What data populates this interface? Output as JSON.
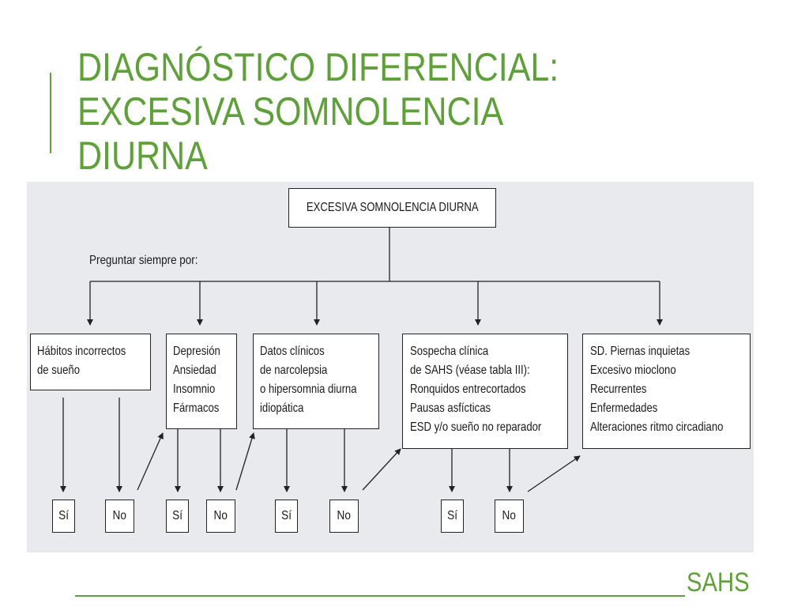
{
  "slide": {
    "title_lines": [
      "DIAGNÓSTICO DIFERENCIAL:",
      "EXCESIVA SOMNOLENCIA",
      "DIURNA"
    ],
    "footer_label": "SAHS",
    "accent_color": "#5fa03b"
  },
  "flowchart": {
    "root": "EXCESIVA SOMNOLENCIA DIURNA",
    "ask_label": "Preguntar siempre por:",
    "branches": [
      {
        "lines": [
          "Hábitos incorrectos",
          "de sueño"
        ]
      },
      {
        "lines": [
          "Depresión",
          "Ansiedad",
          "Insomnio",
          "Fármacos"
        ]
      },
      {
        "lines": [
          "Datos clínicos",
          "de narcolepsia",
          "o hipersomnia diurna",
          "idiopática"
        ]
      },
      {
        "lines": [
          "Sospecha clínica",
          "de SAHS (véase tabla III):",
          "Ronquidos entrecortados",
          "Pausas asfícticas",
          "ESD y/o sueño no reparador"
        ]
      },
      {
        "lines": [
          "SD. Piernas inquietas",
          "Excesivo mioclono",
          "Recurrentes",
          "Enfermedades",
          "Alteraciones ritmo circadiano"
        ]
      }
    ],
    "outcomes": [
      {
        "yes": "Sí",
        "no": "No"
      },
      {
        "yes": "Sí",
        "no": "No"
      },
      {
        "yes": "Sí",
        "no": "No"
      },
      {
        "yes": "Sí",
        "no": "No"
      }
    ]
  }
}
